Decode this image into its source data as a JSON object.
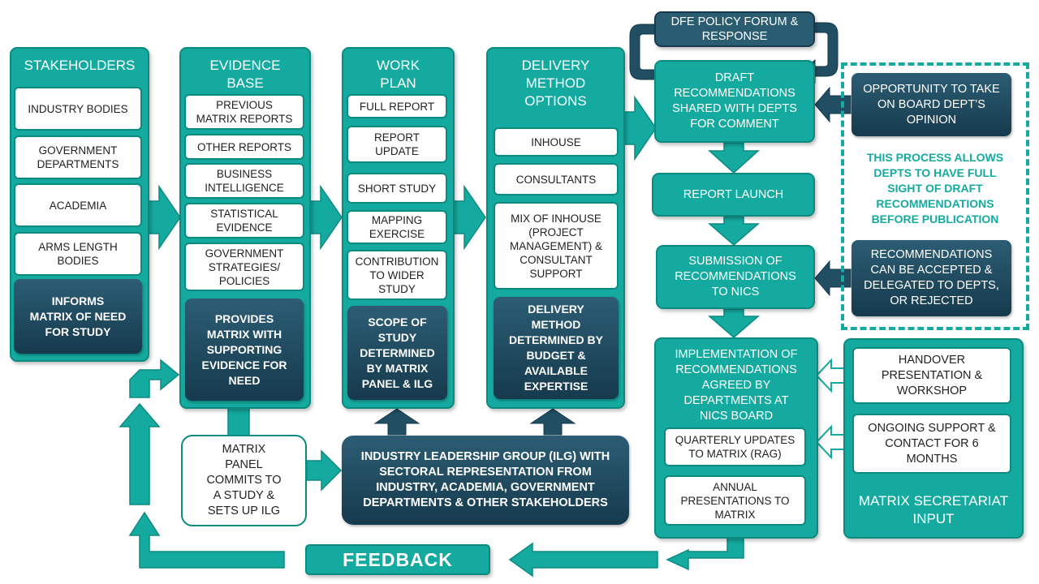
{
  "stakeholders": {
    "title": "STAKEHOLDERS",
    "items": [
      "INDUSTRY BODIES",
      "GOVERNMENT\nDEPARTMENTS",
      "ACADEMIA",
      "ARMS LENGTH\nBODIES"
    ],
    "summary": "INFORMS\nMATRIX OF NEED\nFOR STUDY"
  },
  "evidence": {
    "title": "EVIDENCE\nBASE",
    "items": [
      "PREVIOUS\nMATRIX REPORTS",
      "OTHER REPORTS",
      "BUSINESS\nINTELLIGENCE",
      "STATISTICAL\nEVIDENCE",
      "GOVERNMENT\nSTRATEGIES/\nPOLICIES"
    ],
    "summary": "PROVIDES\nMATRIX WITH\nSUPPORTING\nEVIDENCE FOR\nNEED"
  },
  "workplan": {
    "title": "WORK\nPLAN",
    "items": [
      "FULL REPORT",
      "REPORT\nUPDATE",
      "SHORT STUDY",
      "MAPPING\nEXERCISE",
      "CONTRIBUTION\nTO WIDER\nSTUDY"
    ],
    "summary": "SCOPE OF\nSTUDY\nDETERMINED\nBY MATRIX\nPANEL & ILG"
  },
  "delivery": {
    "title": "DELIVERY\nMETHOD\nOPTIONS",
    "items": [
      "INHOUSE",
      "CONSULTANTS",
      "MIX OF INHOUSE\n(PROJECT\nMANAGEMENT) &\nCONSULTANT\nSUPPORT"
    ],
    "summary": "DELIVERY\nMETHOD\nDETERMINED BY\nBUDGET &\nAVAILABLE\nEXPERTISE"
  },
  "matrix_panel": "MATRIX\nPANEL\nCOMMITS TO\nA STUDY &\nSETS UP ILG",
  "ilg": "INDUSTRY LEADERSHIP GROUP (ILG) WITH\nSECTORAL REPRESENTATION FROM\nINDUSTRY, ACADEMIA, GOVERNMENT\nDEPARTMENTS & OTHER STAKEHOLDERS",
  "feedback": "FEEDBACK",
  "process": {
    "dfe": "DFE POLICY FORUM &\nRESPONSE",
    "draft": "DRAFT\nRECOMMENDATIONS\nSHARED WITH DEPTS\nFOR COMMENT",
    "launch": "REPORT LAUNCH",
    "submission": "SUBMISSION OF\nRECOMMENDATIONS\nTO NICS",
    "implementation": "IMPLEMENTATION OF\nRECOMMENDATIONS\nAGREED  BY\nDEPARTMENTS AT\nNICS BOARD",
    "quarterly": "QUARTERLY UPDATES\nTO MATRIX (RAG)",
    "annual": "ANNUAL\nPRESENTATIONS TO\nMATRIX"
  },
  "side": {
    "opportunity": "OPPORTUNITY TO TAKE\nON BOARD DEPT’S\nOPINION",
    "note": "THIS PROCESS ALLOWS\nDEPTS TO HAVE FULL\nSIGHT OF DRAFT\nRECOMMENDATIONS\nBEFORE PUBLICATION",
    "accepted": "RECOMMENDATIONS\nCAN BE ACCEPTED &\nDELEGATED TO DEPTS,\nOR REJECTED"
  },
  "secretariat": {
    "title": "MATRIX SECRETARIAT\nINPUT",
    "items": [
      "HANDOVER\nPRESENTATION &\nWORKSHOP",
      "ONGOING SUPPORT &\nCONTACT FOR 6\nMONTHS"
    ]
  },
  "colors": {
    "teal": "#14aaa0",
    "teal_border": "#0b8a80",
    "dark": "#1f4b60",
    "white": "#ffffff"
  }
}
